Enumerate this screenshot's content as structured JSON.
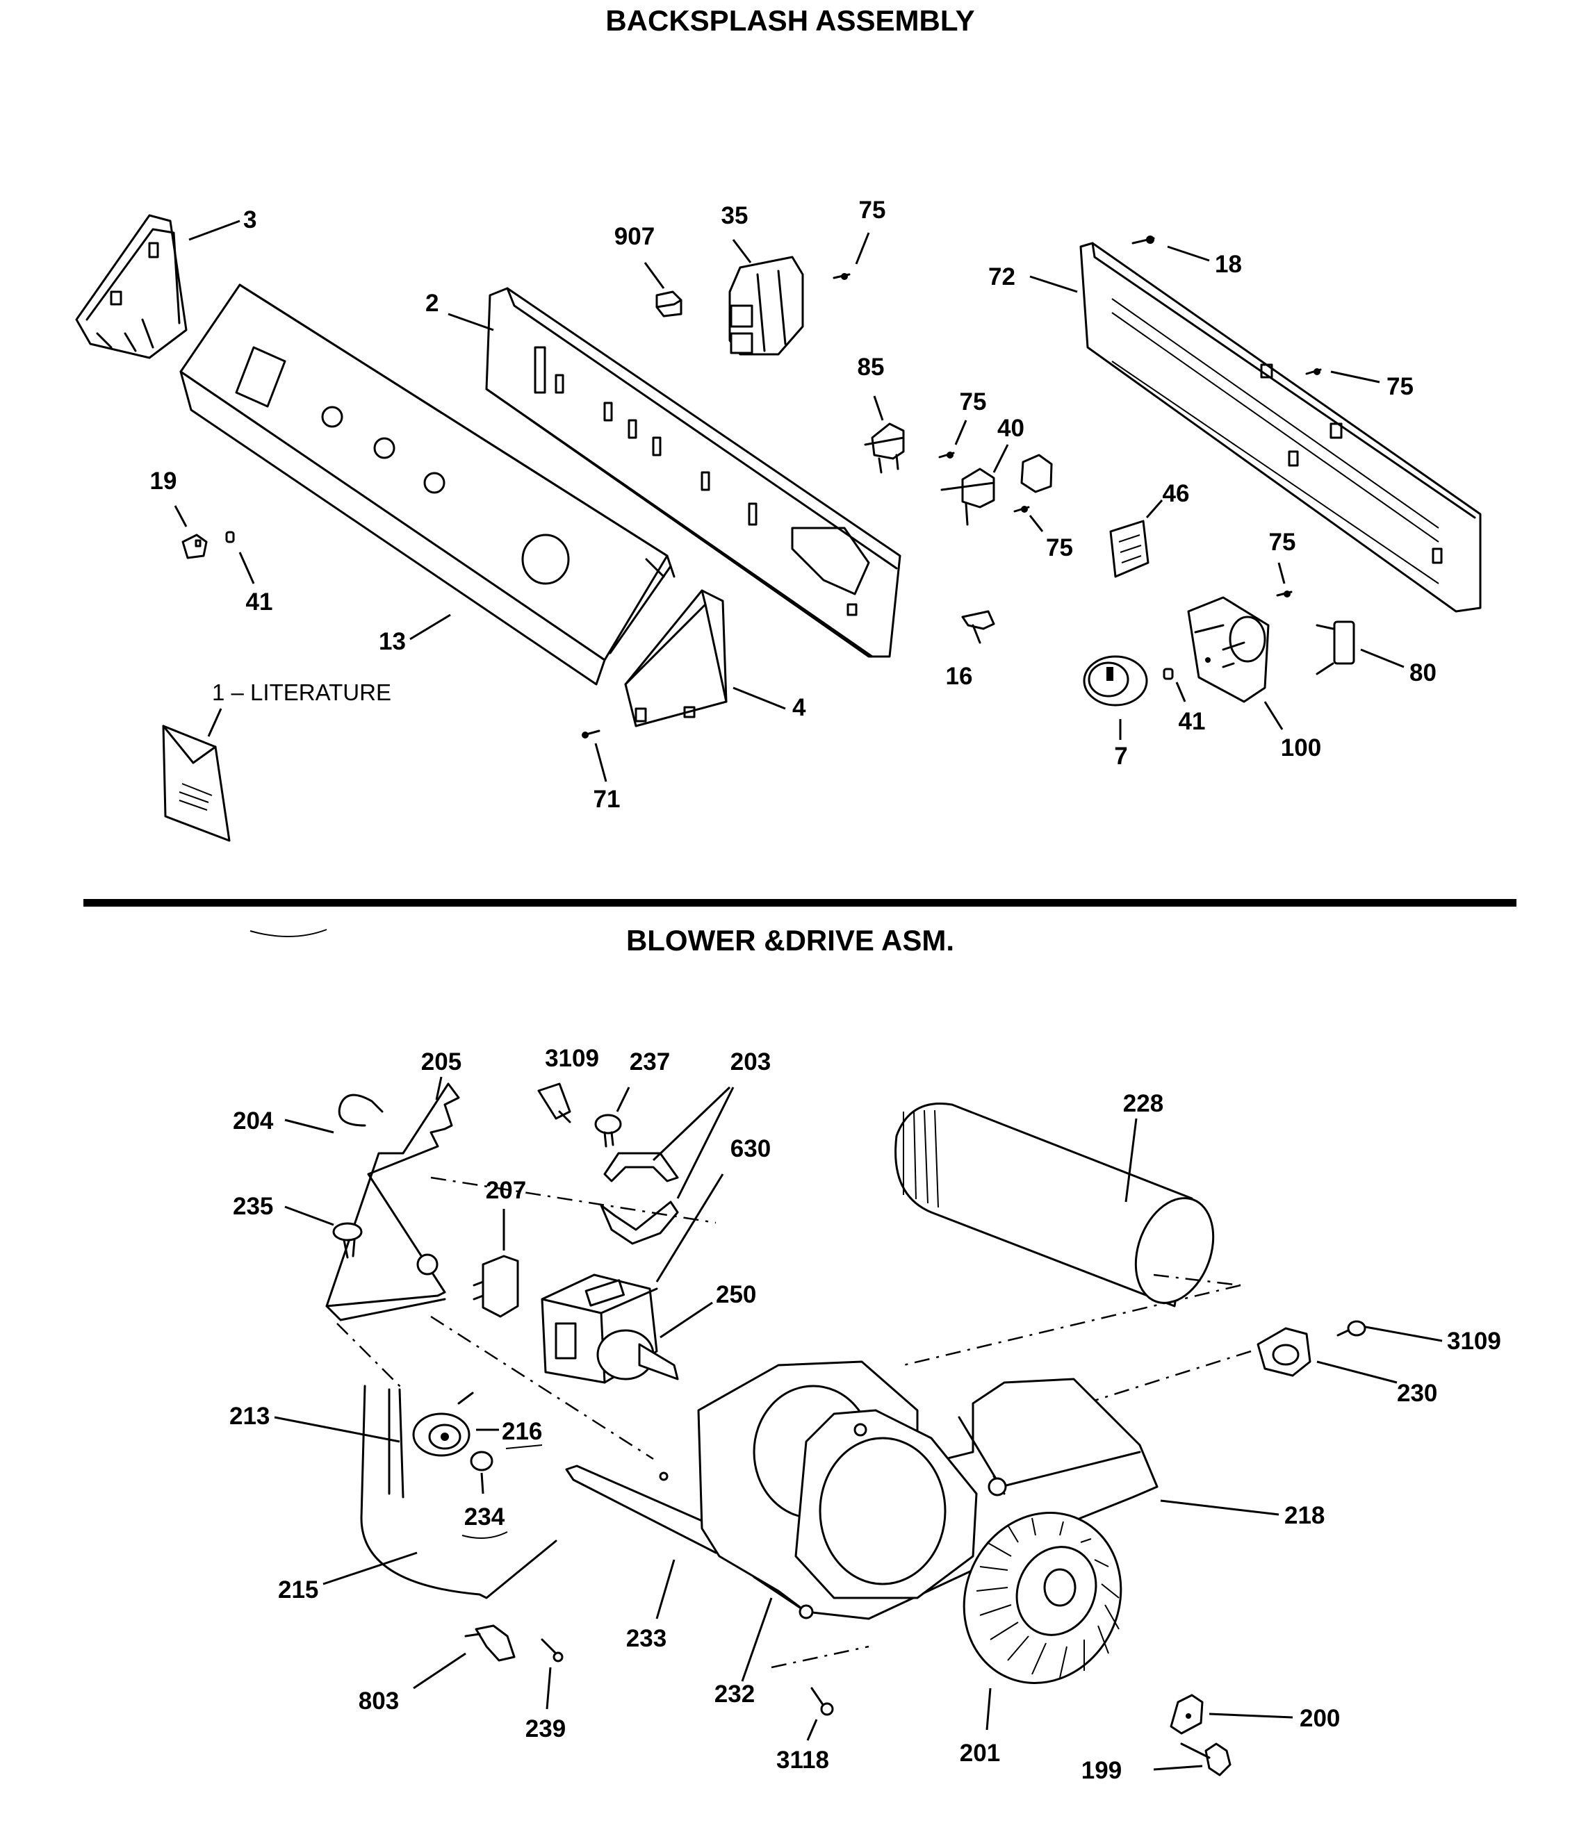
{
  "titles": {
    "backsplash": "BACKSPLASH ASSEMBLY",
    "blower": "BLOWER &DRIVE ASM."
  },
  "backsplash_labels": {
    "l3": "3",
    "l907": "907",
    "l35": "35",
    "l75a": "75",
    "l18": "18",
    "l72": "72",
    "l2": "2",
    "l75b": "75",
    "l85": "85",
    "l75c": "75",
    "l40": "40",
    "l19": "19",
    "l46": "46",
    "l75d": "75",
    "l75e": "75",
    "l41a": "41",
    "l13": "13",
    "l16": "16",
    "l80": "80",
    "l4": "4",
    "l41b": "41",
    "l7": "7",
    "l100": "100",
    "l71": "71",
    "literature": "1 – LITERATURE"
  },
  "blower_labels": {
    "l3109a": "3109",
    "l237": "237",
    "l203": "203",
    "l205": "205",
    "l228": "228",
    "l204": "204",
    "l630": "630",
    "l207": "207",
    "l235": "235",
    "l250": "250",
    "l3109b": "3109",
    "l230": "230",
    "l213": "213",
    "l216": "216",
    "l218": "218",
    "l234": "234",
    "l215": "215",
    "l233": "233",
    "l803": "803",
    "l239": "239",
    "l232": "232",
    "l200": "200",
    "l3118": "3118",
    "l201": "201",
    "l199": "199"
  }
}
